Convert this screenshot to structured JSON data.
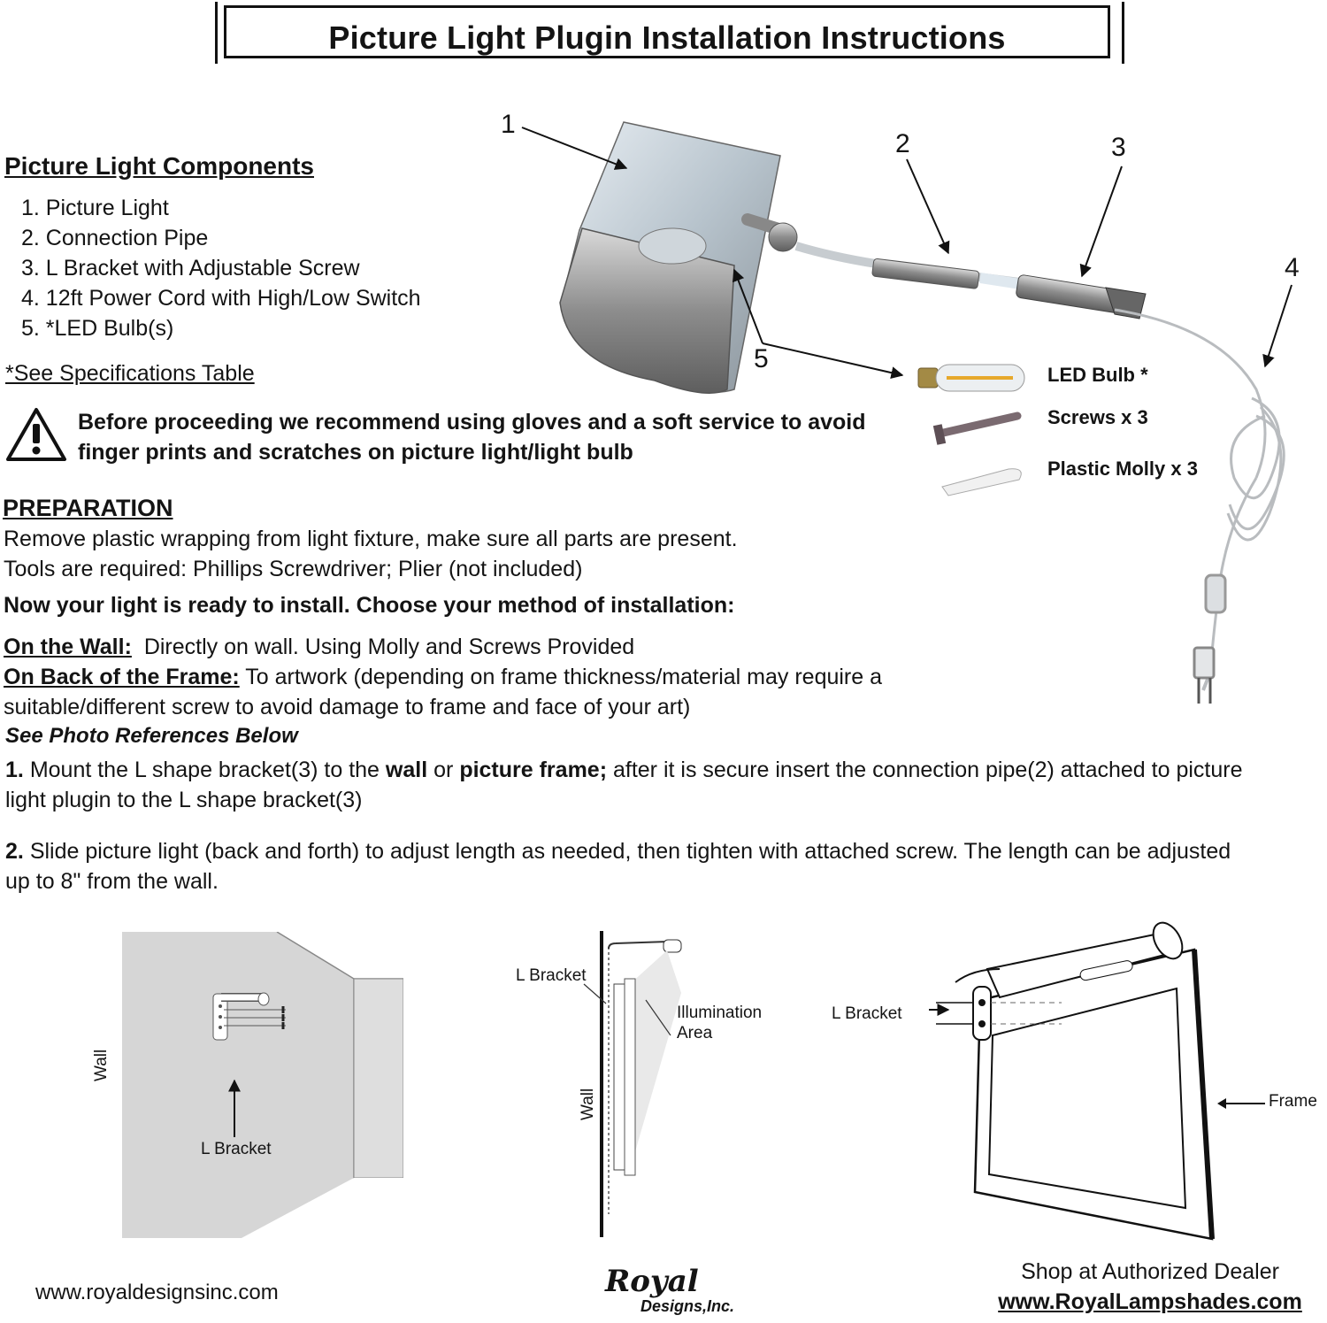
{
  "title": "Picture Light Plugin Installation Instructions",
  "components": {
    "heading": "Picture Light Components",
    "items": [
      "1. Picture Light",
      "2. Connection Pipe",
      "3. L Bracket with Adjustable Screw",
      "4. 12ft Power Cord with High/Low Switch",
      "5. *LED Bulb(s)"
    ],
    "see_spec": "*See Specifications Table"
  },
  "warning": {
    "icon": "warning-triangle-icon",
    "text": "Before proceeding we recommend using gloves and a soft service to avoid finger prints and scratches on picture light/light bulb"
  },
  "preparation": {
    "heading": "PREPARATION",
    "line1": "Remove plastic wrapping from light fixture, make sure all parts are present.",
    "line2": "Tools are required: Phillips Screwdriver; Plier (not included)"
  },
  "ready": "Now your light is ready to install. Choose your method of installation:",
  "methods": {
    "wall_label": "On the Wall:",
    "wall_text": "Directly on wall. Using Molly and Screws Provided",
    "frame_label": "On Back of the Frame:",
    "frame_text": "To artwork (depending on frame thickness/material may require a suitable/different screw to avoid damage to frame and face of your art)"
  },
  "see_photo": "See Photo References Below",
  "steps": {
    "s1_num": "1.",
    "s1_a": "Mount the L shape bracket(3) to the",
    "s1_wall": "wall",
    "s1_or": "or",
    "s1_frame": "picture frame;",
    "s1_b": "after it is secure insert the connection pipe(2) attached to picture light plugin to the L shape bracket(3)",
    "s2_num": "2.",
    "s2_text": "Slide picture light (back and forth) to adjust length as needed, then tighten with attached screw. The length can be adjusted up to 8\" from the wall."
  },
  "diagram": {
    "callouts": [
      "1",
      "2",
      "3",
      "4",
      "5"
    ],
    "parts": [
      "LED Bulb *",
      "Screws x 3",
      "Plastic Molly x 3"
    ]
  },
  "figures": {
    "fig1_wall": "Wall",
    "fig1_bracket": "L Bracket",
    "fig2_bracket": "L Bracket",
    "fig2_illum_1": "Illumination",
    "fig2_illum_2": "Area",
    "fig2_wall": "Wall",
    "fig3_bracket": "L Bracket",
    "fig3_frame": "Frame"
  },
  "footer": {
    "website": "www.royaldesignsinc.com",
    "logo_main": "Royal",
    "logo_sub": "Designs,Inc.",
    "dealer": "Shop at Authorized Dealer",
    "dealer_url": "www.RoyalLampshades.com"
  }
}
